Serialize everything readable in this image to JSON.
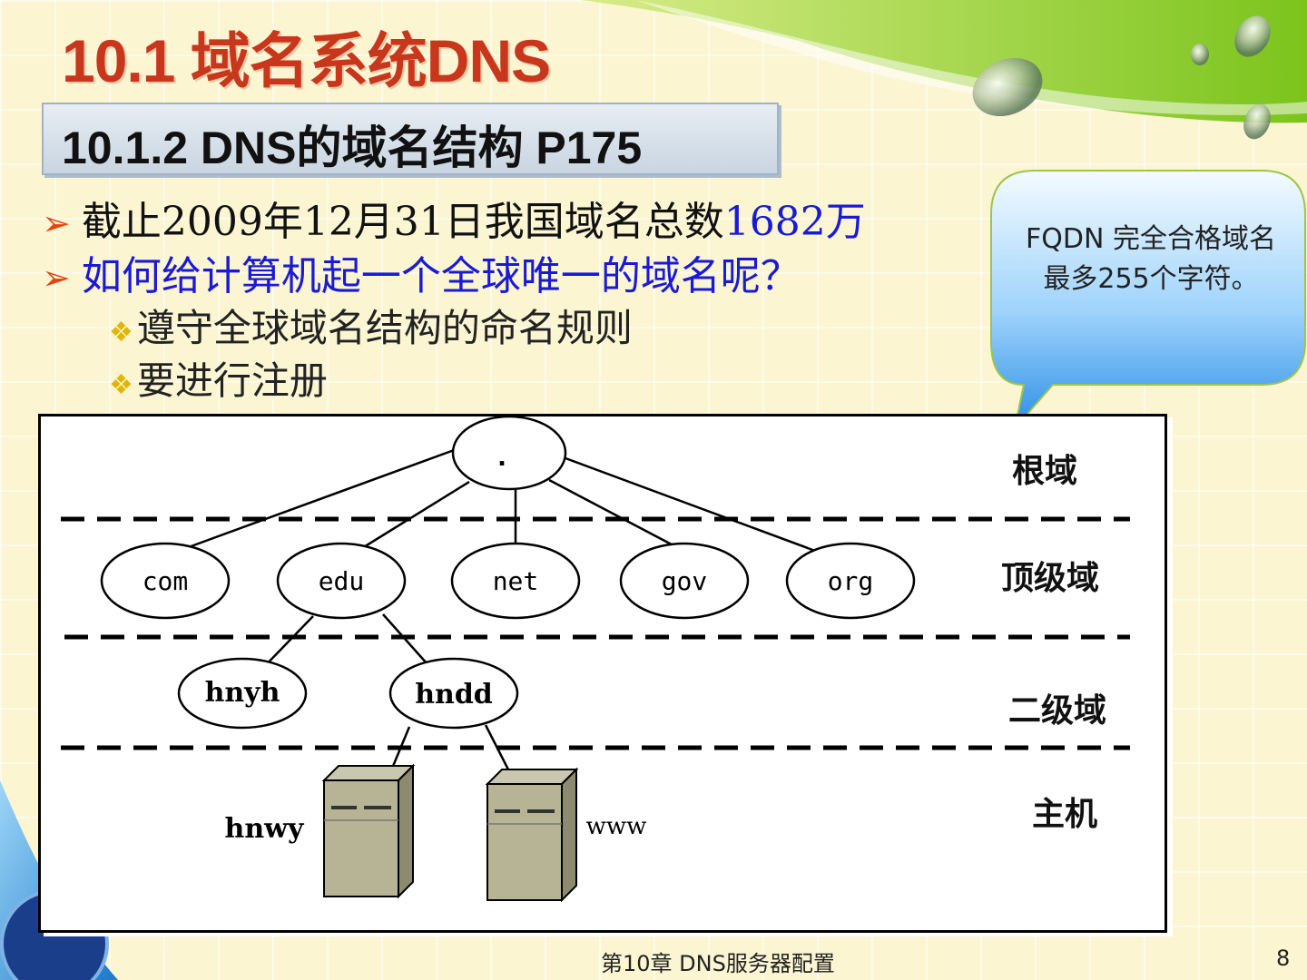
{
  "title": "10.1  域名系统DNS",
  "subtitle": "10.1.2  DNS的域名结构    P175",
  "bullets": {
    "b1_text": "截止2009年12月31日我国域名总数",
    "b1_highlight": "1682万",
    "b2_text": "如何给计算机起一个全球唯一的域名呢？",
    "b3_text": "遵守全球域名结构的命名规则",
    "b4_text": "要进行注册"
  },
  "callout": {
    "text": "FQDN  完全合格域名 最多255个字符。"
  },
  "diagram": {
    "root_node": ".",
    "levels": [
      "根域",
      "顶级域",
      "二级域",
      "主机"
    ],
    "top_level": [
      "com",
      "edu",
      "net",
      "gov",
      "org"
    ],
    "second_level": [
      "hnyh",
      "hndd"
    ],
    "hosts": [
      "hnwy",
      "www"
    ]
  },
  "footer": {
    "chapter": "第10章  DNS服务器配置",
    "page": "8"
  },
  "colors": {
    "title": "#c8361c",
    "question": "#1a1ad6",
    "arrow": "#e4420e",
    "callout_fill": "#4aa7ee",
    "swoosh_green": "#9ad23a"
  },
  "icons": {
    "bullet_arrow": "arrow-bullet-icon",
    "bullet_diamond": "diamond-bullet-icon",
    "server": "server-icon"
  }
}
